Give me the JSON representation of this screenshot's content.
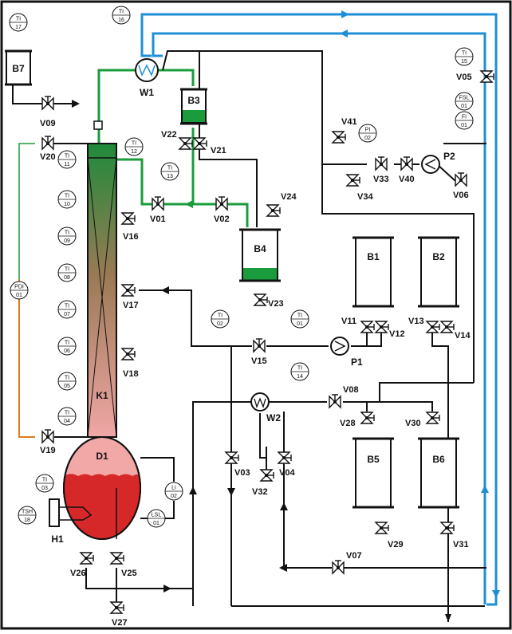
{
  "vessels": {
    "B7": "B7",
    "B3": "B3",
    "B4": "B4",
    "B1": "B1",
    "B2": "B2",
    "B5": "B5",
    "B6": "B6",
    "column": "K1",
    "reboiler": "D1",
    "heater": "H1",
    "condenser": "W1",
    "exchanger": "W2",
    "pump1": "P1",
    "pump2": "P2"
  },
  "instruments": [
    {
      "tag": "TI",
      "num": "17"
    },
    {
      "tag": "TI",
      "num": "16"
    },
    {
      "tag": "TI",
      "num": "15"
    },
    {
      "tag": "FSL",
      "num": "01"
    },
    {
      "tag": "FI",
      "num": "01"
    },
    {
      "tag": "PI",
      "num": "02"
    },
    {
      "tag": "TI",
      "num": "12"
    },
    {
      "tag": "TI",
      "num": "13"
    },
    {
      "tag": "TI",
      "num": "11"
    },
    {
      "tag": "TI",
      "num": "10"
    },
    {
      "tag": "TI",
      "num": "09"
    },
    {
      "tag": "TI",
      "num": "08"
    },
    {
      "tag": "TI",
      "num": "07"
    },
    {
      "tag": "TI",
      "num": "06"
    },
    {
      "tag": "TI",
      "num": "05"
    },
    {
      "tag": "TI",
      "num": "04"
    },
    {
      "tag": "TI",
      "num": "03"
    },
    {
      "tag": "TSH",
      "num": "18"
    },
    {
      "tag": "PDI",
      "num": "01"
    },
    {
      "tag": "LI",
      "num": "02"
    },
    {
      "tag": "LSL",
      "num": "01"
    },
    {
      "tag": "TI",
      "num": "02"
    },
    {
      "tag": "TI",
      "num": "01"
    },
    {
      "tag": "TI",
      "num": "14"
    }
  ],
  "valves": [
    "V01",
    "V02",
    "V03",
    "V04",
    "V05",
    "V06",
    "V07",
    "V08",
    "V09",
    "V11",
    "V12",
    "V13",
    "V14",
    "V15",
    "V16",
    "V17",
    "V18",
    "V19",
    "V20",
    "V21",
    "V22",
    "V23",
    "V24",
    "V25",
    "V26",
    "V27",
    "V28",
    "V29",
    "V30",
    "V31",
    "V32",
    "V33",
    "V34",
    "V40",
    "V41"
  ],
  "colors": {
    "process": "#111111",
    "green": "#1a9c3c",
    "blue": "#1e8fd6",
    "orange": "#e07a1f",
    "reboiler": "#d62828",
    "reboiler_top": "#f3a8a8"
  }
}
